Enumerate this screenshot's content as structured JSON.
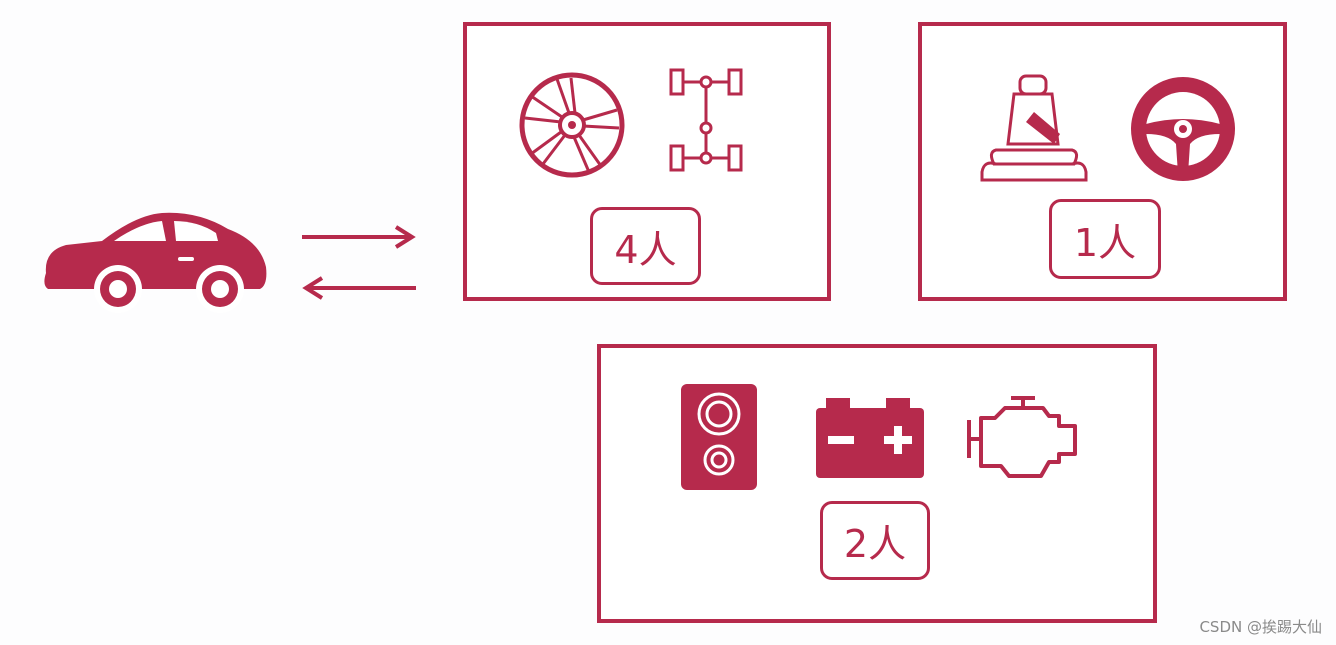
{
  "accent_color": "#b62a4c",
  "car": {
    "icon": "car-icon"
  },
  "arrows": {
    "forward": "arrow-right-icon",
    "back": "arrow-left-icon"
  },
  "groups": [
    {
      "icons": [
        "wheel-icon",
        "chassis-axle-icon"
      ],
      "staff": "4人"
    },
    {
      "icons": [
        "car-seat-icon",
        "steering-wheel-icon"
      ],
      "staff": "1人"
    },
    {
      "icons": [
        "speaker-icon",
        "battery-icon",
        "engine-icon"
      ],
      "staff": "2人"
    }
  ],
  "watermark": "CSDN @挨踢大仙"
}
